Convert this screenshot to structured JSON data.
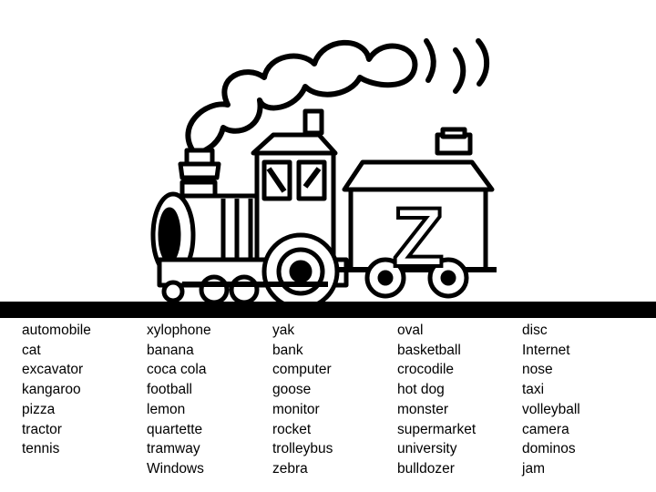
{
  "illustration": {
    "description_icon": "steam-train-icon",
    "wagon_letter": "Z"
  },
  "word_columns": [
    [
      "automobile",
      "cat",
      "excavator",
      "kangaroo",
      "pizza",
      "tractor",
      "tennis"
    ],
    [
      "xylophone",
      "banana",
      "coca cola",
      "football",
      "lemon",
      "quartette",
      "tramway",
      "Windows"
    ],
    [
      "yak",
      "bank",
      "computer",
      "goose",
      "monitor",
      "rocket",
      "trolleybus",
      "zebra"
    ],
    [
      "oval",
      "basketball",
      "crocodile",
      "hot dog",
      "monster",
      "supermarket",
      "university",
      "bulldozer"
    ],
    [
      "disc",
      "Internet",
      "nose",
      "taxi",
      "volleyball",
      "camera",
      "dominos",
      "jam"
    ]
  ]
}
